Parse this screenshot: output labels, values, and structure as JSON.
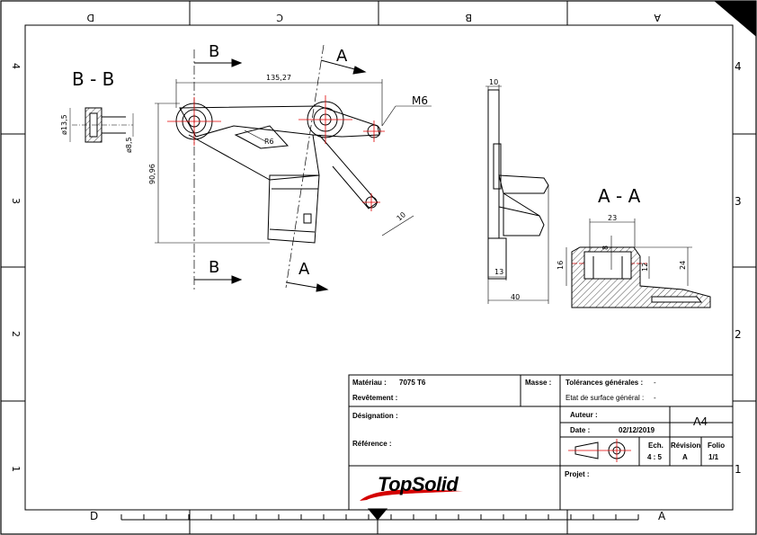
{
  "frame": {
    "zones_top": [
      "D",
      "C",
      "B",
      "A"
    ],
    "zones_bottom": [
      "D",
      "A"
    ],
    "rows_left": [
      "4",
      "3",
      "2",
      "1"
    ],
    "rows_right": [
      "4",
      "3",
      "2",
      "1"
    ]
  },
  "views": {
    "section_bb": {
      "title": "B - B",
      "dim_outer": "ø13,5",
      "dim_inner": "ø8,5"
    },
    "front": {
      "cut_b_top": "B",
      "cut_b_bottom": "B",
      "cut_a_top": "A",
      "cut_a_bottom": "A",
      "dim_length": "135,27",
      "dim_height": "90,96",
      "radius": "R6",
      "thread": "M6",
      "dim_width": "10"
    },
    "side": {
      "dim_top": "10",
      "dim_bottom": "13",
      "dim_total": "40"
    },
    "section_aa": {
      "title": "A - A",
      "dim_23": "23",
      "dim_8": "8",
      "dim_16": "16",
      "dim_12": "12",
      "dim_24": "24"
    }
  },
  "title_block": {
    "materiau_label": "Matériau :",
    "materiau_value": "7075 T6",
    "masse_label": "Masse :",
    "revetement_label": "Revêtement :",
    "tolerances_label": "Tolérances générales :",
    "tolerances_value": "-",
    "etat_label": "Etat de surface général :",
    "etat_value": "-",
    "designation_label": "Désignation :",
    "reference_label": "Référence :",
    "auteur_label": "Auteur :",
    "date_label": "Date :",
    "date_value": "02/12/2019",
    "format": "A4",
    "echelle_label": "Ech.",
    "echelle_value": "4 : 5",
    "revision_label": "Révision",
    "revision_value": "A",
    "folio_label": "Folio",
    "folio_value": "1/1",
    "projet_label": "Projet :",
    "logo": "TopSolid"
  },
  "colors": {
    "ink": "#000000",
    "centerline": "#e00000",
    "logo_swoosh": "#d40000",
    "background": "#ffffff"
  }
}
